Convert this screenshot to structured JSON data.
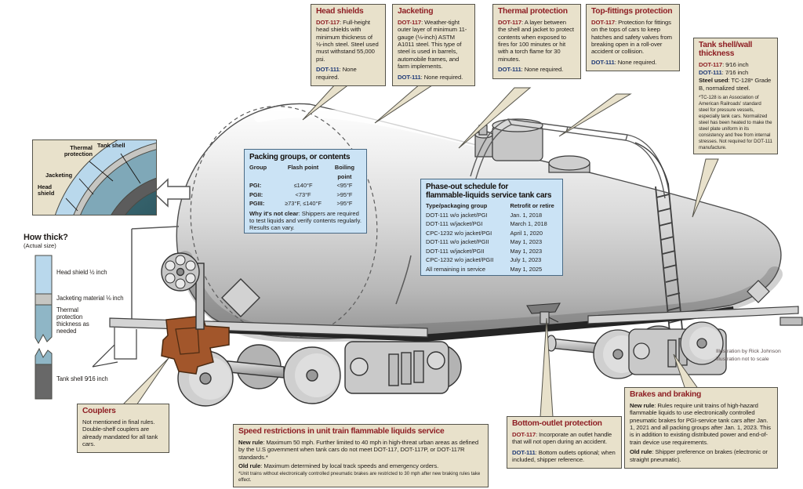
{
  "palette": {
    "callout_bg": "#e8e1cb",
    "callout_border": "#55534a",
    "blue_bg": "#cbe3f5",
    "blue_border": "#4a6a84",
    "dot117_red": "#8e1f24",
    "dot111_blue": "#1f3a77",
    "coupler_brown": "#a2562b",
    "tank_gray": "#d9d9d9"
  },
  "callouts": {
    "head_shields": {
      "title": "Head shields",
      "p1_label": "DOT-117",
      "p1_text": ": Full-height head shields with minimum thickness of ½-inch steel. Steel used must withstand 55,000 psi.",
      "p2_label": "DOT-111",
      "p2_text": ": None required."
    },
    "jacketing": {
      "title": "Jacketing",
      "p1_label": "DOT-117",
      "p1_text": ": Weather-tight outer layer of minimum 11-gauge (⅛-inch) ASTM A1011 steel. This type of steel is used in barrels, automobile frames, and farm implements.",
      "p2_label": "DOT-111",
      "p2_text": ": None required."
    },
    "thermal": {
      "title": "Thermal protection",
      "p1_label": "DOT-117",
      "p1_text": ": A layer between the shell and jacket to protect contents when exposed to fires for 100 minutes or hit with a torch flame for 30 minutes.",
      "p2_label": "DOT-111",
      "p2_text": ": None required."
    },
    "top_fittings": {
      "title": "Top-fittings protection",
      "p1_label": "DOT-117",
      "p1_text": ": Protection for fittings on the tops of cars to keep hatches and safety valves from breaking open in a roll-over accident or collision.",
      "p2_label": "DOT-111",
      "p2_text": ": None required."
    },
    "tank_shell": {
      "title": "Tank shell/wall thickness",
      "p1_label": "DOT-117",
      "p1_text": ": 9⁄16 inch",
      "p2_label": "DOT-111",
      "p2_text": ": 7⁄16 inch",
      "p3_label": "Steel used",
      "p3_text": ": TC-128* Grade B, normalized steel.",
      "footnote": "*TC-128 is an Association of American Railroads' standard steel for pressure vessels, especially tank cars. Normalized steel has been heated to make the steel plate uniform in its consistency and free from internal stresses. Not required for DOT-111 manufacture."
    },
    "couplers": {
      "title": "Couplers",
      "text": "Not mentioned in final rules. Double-shelf couplers are already mandated for all tank cars."
    },
    "bottom_outlet": {
      "title": "Bottom-outlet protection",
      "p1_label": "DOT-117",
      "p1_text": ": Incorporate an outlet handle that will not open during an accident.",
      "p2_label": "DOT-111",
      "p2_text": ": Bottom outlets optional; when included, shipper reference."
    },
    "speed": {
      "title": "Speed restrictions in unit train flammable liquids service",
      "new_label": "New rule",
      "new_text": ": Maximum 50 mph. Further limited to 40 mph in high-threat urban areas as defined by the U.S government when tank cars do not meet DOT-117, DOT-117P, or DOT-117R standards.*",
      "old_label": "Old rule",
      "old_text": ": Maximum determined by local track speeds and emergency orders.",
      "footnote": "*Unit trains without electronically controlled pneumatic brakes are restricted to 30 mph after new braking rules take effect."
    },
    "brakes": {
      "title": "Brakes and braking",
      "new_label": "New rule",
      "new_text": ": Rules require unit trains of high-hazard flammable liquids to use electronically controlled pneumatic brakes for PGI-service tank cars after Jan. 1, 2021 and all packing groups after Jan. 1, 2023. This is in addition to existing distributed power and end-of-train device use requirements.",
      "old_label": "Old rule",
      "old_text": ": Shipper preference on brakes (electronic or straight pneumatic)."
    }
  },
  "packing": {
    "title": "Packing groups, or contents",
    "headers": {
      "group": "Group",
      "flash": "Flash point",
      "boil": "Boiling point"
    },
    "rows": [
      {
        "group": "PGI:",
        "flash": "≤140°F",
        "boil": "<95°F"
      },
      {
        "group": "PGII:",
        "flash": "<73°F",
        "boil": ">95°F"
      },
      {
        "group": "PGIII:",
        "flash": "≥73°F, ≤140°F",
        "boil": ">95°F"
      }
    ],
    "note_label": "Why it's not clear",
    "note_text": ": Shippers are required to test liquids and verify contents regularly. Results can vary."
  },
  "phaseout": {
    "title_line1": "Phase-out schedule for",
    "title_line2": "flammable-liquids service tank cars",
    "headers": {
      "type": "Type/packaging group",
      "date": "Retrofit or retire"
    },
    "rows": [
      {
        "type": "DOT-111 w/o jacket/PGI",
        "date": "Jan. 1, 2018"
      },
      {
        "type": "DOT-111 w/jacket/PGI",
        "date": "March 1, 2018"
      },
      {
        "type": "CPC-1232 w/o jacket/PGI",
        "date": "April 1, 2020"
      },
      {
        "type": "DOT-111 w/o jacket/PGII",
        "date": "May 1, 2023"
      },
      {
        "type": "DOT-111 w/jacket/PGII",
        "date": "May 1, 2023"
      },
      {
        "type": "CPC-1232 w/o jacket/PGII",
        "date": "July 1, 2023"
      },
      {
        "type": "All remaining in service",
        "date": "May 1, 2025"
      }
    ]
  },
  "cross_section": {
    "labels": {
      "thermal": "Thermal protection",
      "tank_shell": "Tank shell",
      "jacketing": "Jacketing",
      "head_shield": "Head shield"
    }
  },
  "how_thick": {
    "title": "How thick?",
    "subtitle": "(Actual size)",
    "items": [
      {
        "label": "Head shield ½ inch"
      },
      {
        "label": "Jacketing material ⅛ inch"
      },
      {
        "label": "Thermal protection thickness as needed"
      },
      {
        "label": "Tank shell 9⁄16 inch"
      }
    ]
  },
  "credit": {
    "line1": "Illustration by Rick Johnson",
    "line2": "Illustration not to scale"
  }
}
